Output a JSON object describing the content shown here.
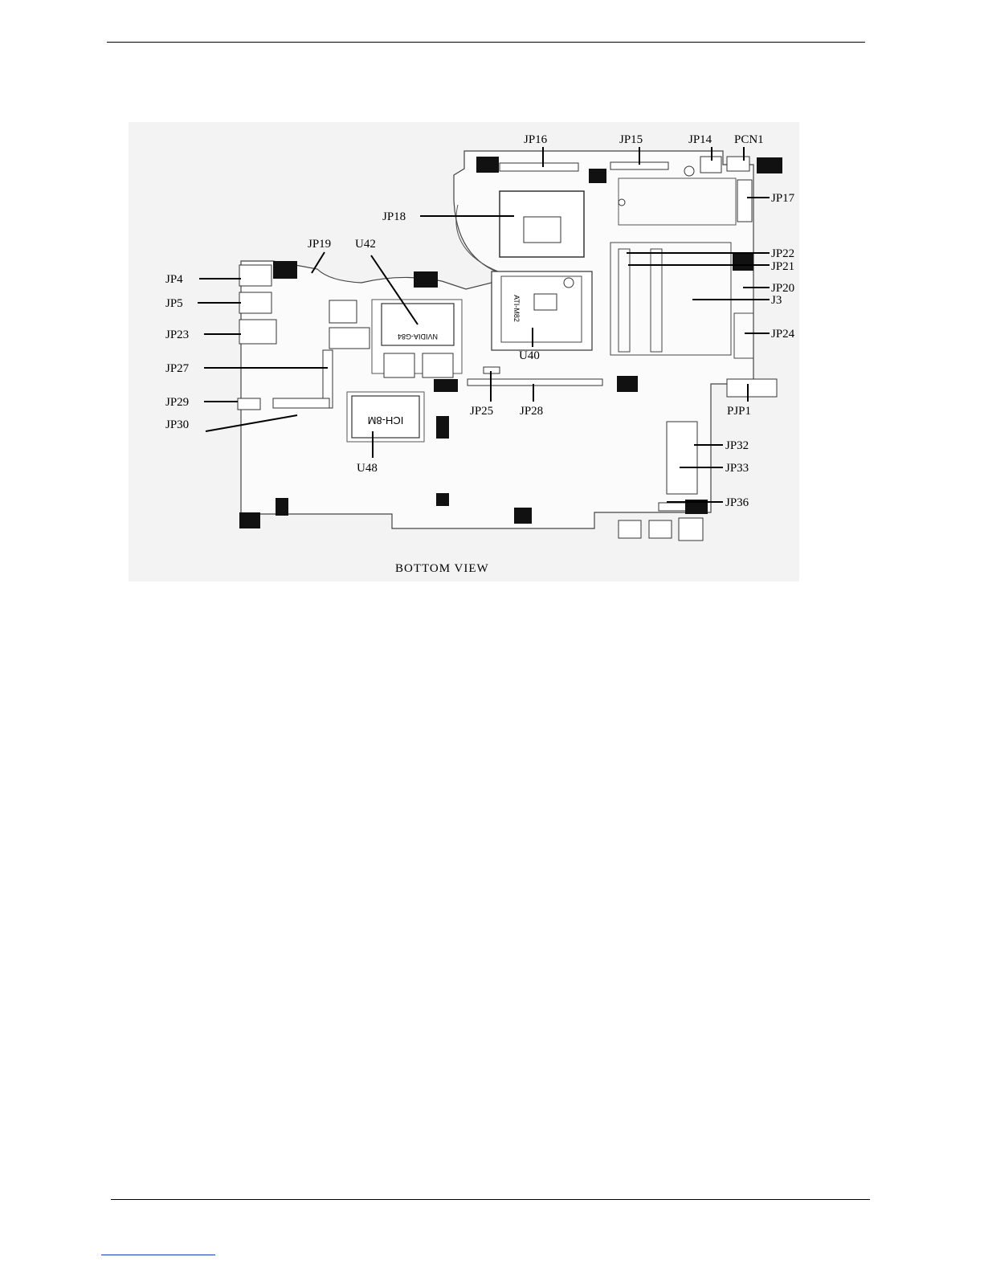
{
  "diagram": {
    "caption": "BOTTOM VIEW",
    "labels": {
      "JP16": "JP16",
      "JP15": "JP15",
      "JP14": "JP14",
      "PCN1": "PCN1",
      "JP17": "JP17",
      "JP18": "JP18",
      "JP19": "JP19",
      "U42": "U42",
      "JP22": "JP22",
      "JP21": "JP21",
      "JP4": "JP4",
      "JP20": "JP20",
      "JP5": "JP5",
      "J3": "J3",
      "JP23": "JP23",
      "JP24": "JP24",
      "U40": "U40",
      "JP27": "JP27",
      "PJP1": "PJP1",
      "JP29": "JP29",
      "JP25": "JP25",
      "JP28": "JP28",
      "JP30": "JP30",
      "JP32": "JP32",
      "U48": "U48",
      "JP33": "JP33",
      "JP36": "JP36"
    },
    "chip_markings": {
      "u48": "ICH-8M",
      "u42": "NVIDIA-G84",
      "u40": "ATI-M82"
    }
  }
}
